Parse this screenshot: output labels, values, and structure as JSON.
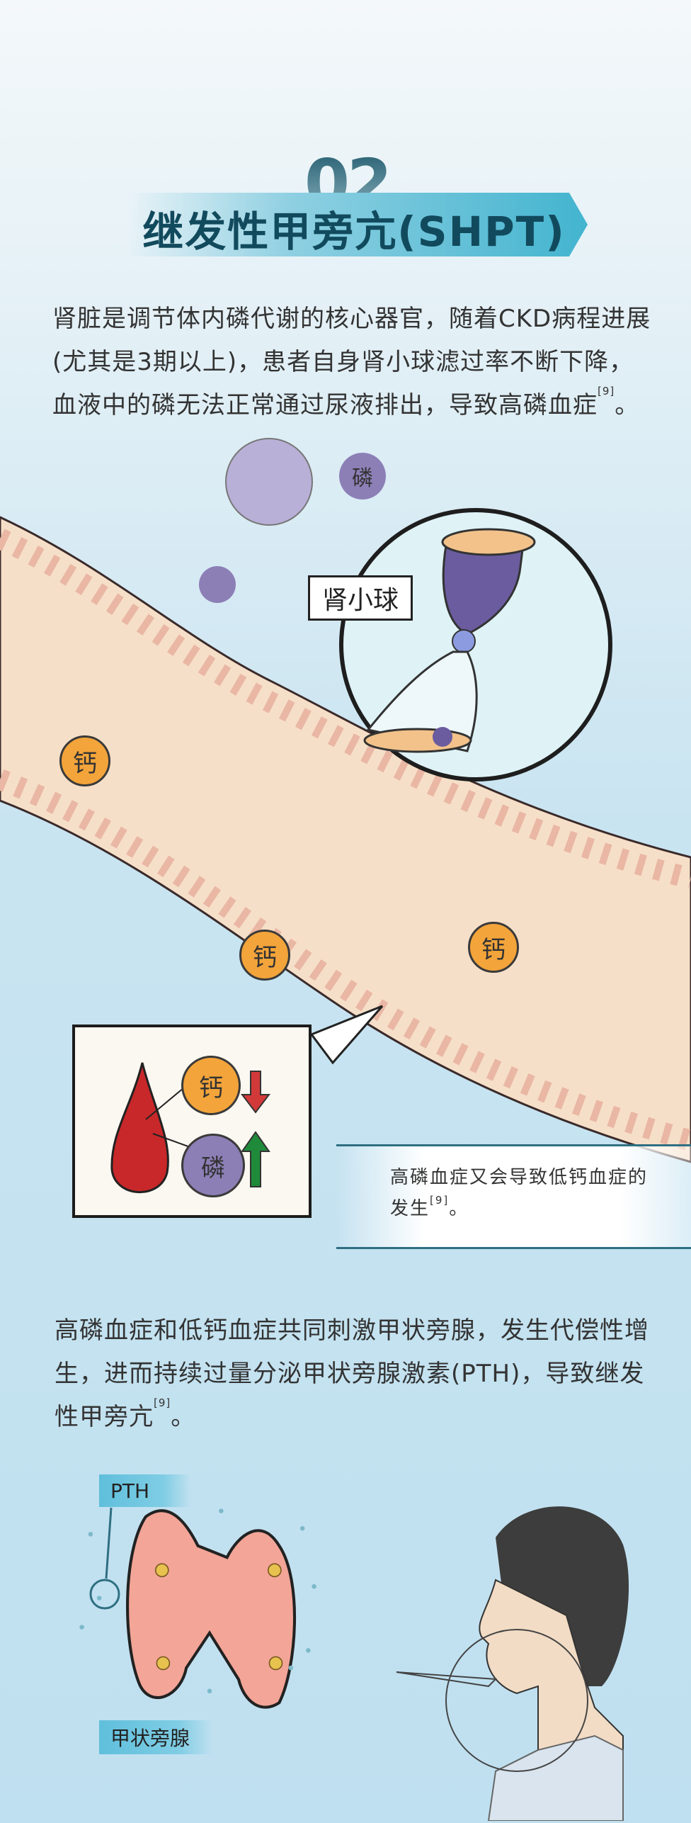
{
  "header": {
    "number": "02",
    "title": "继发性甲旁亢(SHPT)"
  },
  "intro": {
    "text": "肾脏是调节体内磷代谢的核心器官，随着CKD病程进展(尤其是3期以上)，患者自身肾小球滤过率不断下降，血液中的磷无法正常通过尿液排出，导致高磷血症",
    "ref": "[9]",
    "end": "。"
  },
  "illustration1": {
    "phosphorus_label": "磷",
    "calcium_label": "钙",
    "glomerulus_label": "肾小球",
    "panel": {
      "calcium": "钙",
      "phosphorus": "磷",
      "calcium_trend": "down",
      "phosphorus_trend": "up"
    },
    "callout": {
      "text": "高磷血症又会导致低钙血症的发生",
      "ref": "[9]",
      "end": "。"
    }
  },
  "body2": {
    "text": "高磷血症和低钙血症共同刺激甲状旁腺，发生代偿性增生，进而持续过量分泌甲状旁腺激素(PTH)，导致继发性甲旁亢",
    "ref": "[9]",
    "end": "。"
  },
  "illustration2": {
    "pth_label": "PTH",
    "gland_label": "甲状旁腺"
  },
  "colors": {
    "title": "#124a5d",
    "calcium": "#f3a43a",
    "phosphorus": "#8c7fb6",
    "blood": "#c8282a",
    "down_arrow": "#d23a3a",
    "up_arrow": "#1f8a3a"
  }
}
